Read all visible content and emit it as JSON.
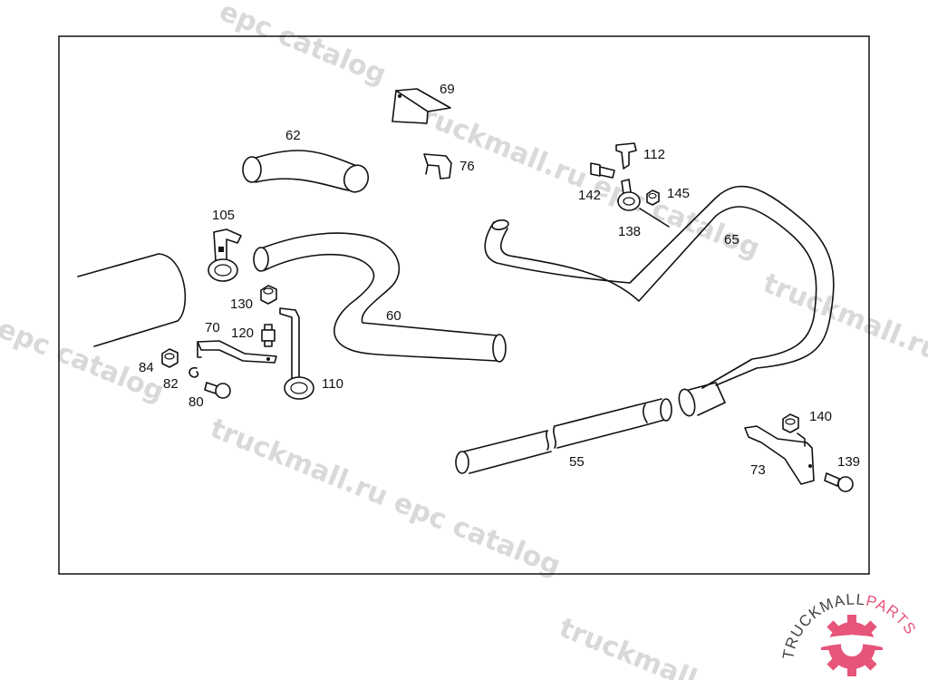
{
  "watermark": {
    "text": "truckmall.ru epc catalog",
    "short_a": "truckmall.ru",
    "short_b": "epc catalog",
    "color": "#d9d9d9"
  },
  "parts": {
    "p55": "55",
    "p60": "60",
    "p62": "62",
    "p65": "65",
    "p69": "69",
    "p70": "70",
    "p73": "73",
    "p76": "76",
    "p80": "80",
    "p82": "82",
    "p84": "84",
    "p105": "105",
    "p110": "110",
    "p112": "112",
    "p120": "120",
    "p130": "130",
    "p138": "138",
    "p139": "139",
    "p140": "140",
    "p142": "142",
    "p145": "145"
  },
  "logo": {
    "text_dark": "TRUCKMALL",
    "text_accent": "PARTS",
    "dark_color": "#444444",
    "accent_color": "#e8557a"
  }
}
